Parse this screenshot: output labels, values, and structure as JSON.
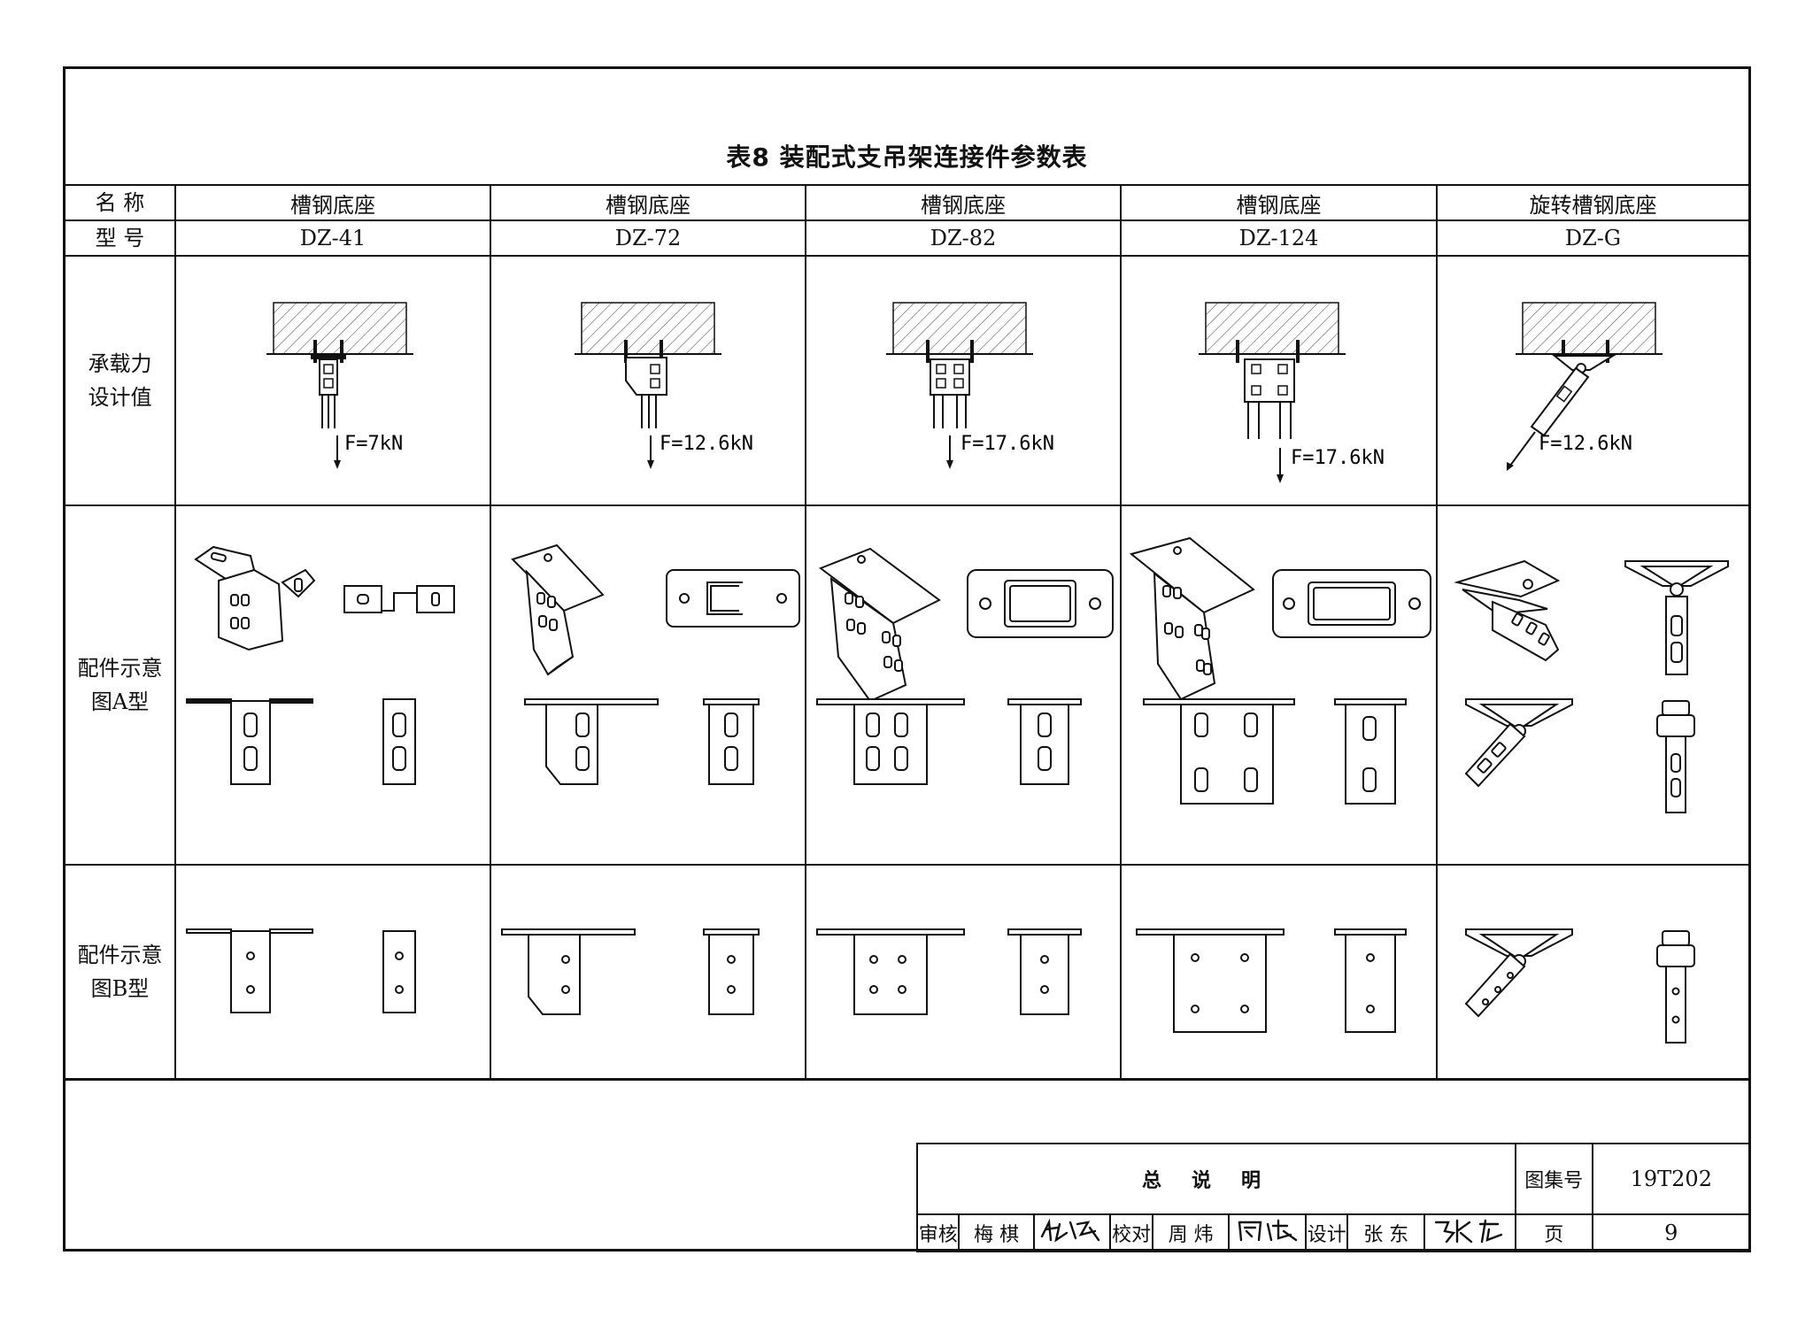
{
  "table": {
    "title": "表8 装配式支吊架连接件参数表",
    "row_headers": {
      "name": "名 称",
      "model": "型 号",
      "load_line1": "承载力",
      "load_line2": "设计值",
      "a_line1": "配件示意",
      "a_line2": "图A型",
      "b_line1": "配件示意",
      "b_line2": "图B型"
    },
    "columns": [
      {
        "name": "槽钢底座",
        "model": "DZ-41",
        "load": "F=7kN"
      },
      {
        "name": "槽钢底座",
        "model": "DZ-72",
        "load": "F=12.6kN"
      },
      {
        "name": "槽钢底座",
        "model": "DZ-82",
        "load": "F=17.6kN"
      },
      {
        "name": "槽钢底座",
        "model": "DZ-124",
        "load": "F=17.6kN"
      },
      {
        "name": "旋转槽钢底座",
        "model": "DZ-G",
        "load": "F=12.6kN"
      }
    ]
  },
  "title_block": {
    "title": "总说明",
    "atlas_label": "图集号",
    "atlas_no": "19T202",
    "review_label": "审核",
    "review_name": "梅 棋",
    "check_label": "校对",
    "check_name": "周 炜",
    "design_label": "设计",
    "design_name": "张 东",
    "page_label": "页",
    "page_no": "9"
  }
}
